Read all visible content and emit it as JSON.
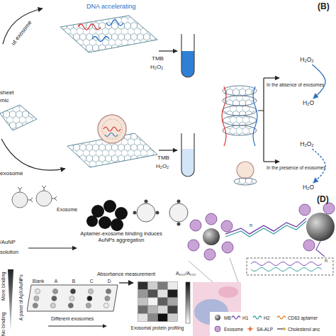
{
  "diagram": {
    "nodes": [
      {
        "text": [
          "H₂O₂"
        ]
      },
      {
        "text": [
          "H₂O"
        ]
      },
      {
        "text": [
          "H₂O₂"
        ]
      },
      {
        "text": [
          "H₂O"
        ]
      },
      {
        "text": [
          "Blank",
          "A",
          "B",
          "C",
          "D"
        ]
      },
      {
        "text": [
          "Exosomal protein profiling"
        ]
      }
    ],
    "edges": [
      {
        "from": 0,
        "to": 1,
        "arrow": "to"
      },
      {
        "from": 2,
        "to": 3,
        "arrow": "to"
      },
      {
        "from": 4,
        "to": 5,
        "label": "Absorbance measurement",
        "arrow": "to"
      }
    ],
    "labels": [
      "(B)",
      "(D)",
      "ut exosome",
      "DNA accelerating",
      "TMB",
      "H₂O₂",
      "sheet",
      "mic",
      "exosome",
      "TMB",
      "H₂O₂",
      "In the absence of exosomes",
      "In the presence of exosomes",
      "Exosome",
      "Aptamer-exosome binding induces AuNPs aggregation",
      "/AuNP",
      "solution",
      "More binding",
      "A panel of ApX/AuNPs",
      "Different exosomes",
      "A₆₅₀/A₅₂₀",
      "No binding",
      "n",
      "n"
    ],
    "legend": [
      {
        "text": "MB"
      },
      {
        "text": "H1"
      },
      {
        "text": "H2"
      },
      {
        "text": "CD63 aptamer"
      },
      {
        "text": "Exosome"
      },
      {
        "text": "SA-ALP"
      },
      {
        "text": "Cholesterol anc"
      }
    ]
  }
}
